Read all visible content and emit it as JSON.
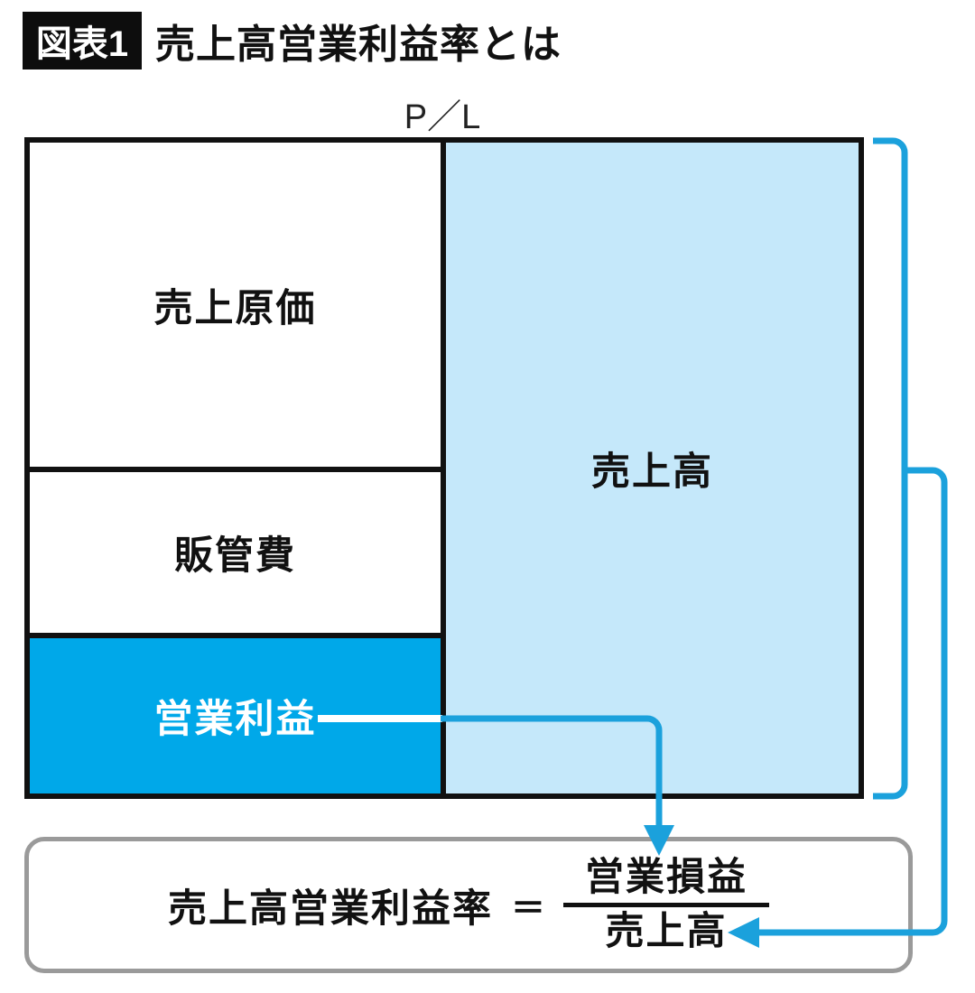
{
  "header": {
    "badge": "図表1",
    "title": "売上高営業利益率とは"
  },
  "chart_label": "P／L",
  "pl_table": {
    "cost_of_sales": "売上原価",
    "sgna": "販管費",
    "operating_profit": "営業利益",
    "sales": "売上高"
  },
  "formula": {
    "lhs": "売上高営業利益率",
    "equals": "＝",
    "numerator": "営業損益",
    "denominator": "売上高"
  },
  "colors": {
    "operating_profit_fill": "#00a8e9",
    "sales_fill": "#c5e8fa",
    "connector_blue": "#1ba1dc",
    "border_black": "#111111",
    "formula_border_gray": "#9a9a9a",
    "badge_background": "#0d0d0d"
  }
}
